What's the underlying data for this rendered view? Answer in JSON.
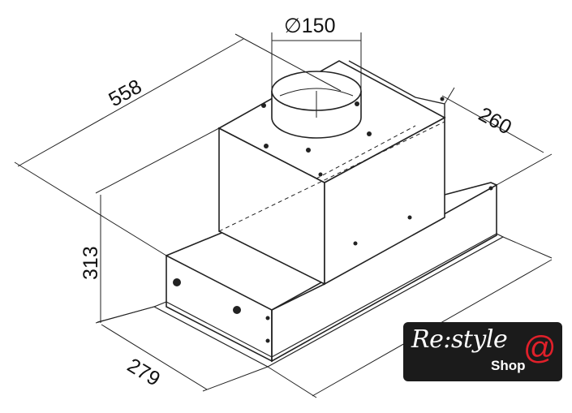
{
  "dimensions": {
    "duct_diameter": "∅150",
    "width": "558",
    "depth_top": "260",
    "height": "313",
    "depth_bottom": "279"
  },
  "logo": {
    "main": "Re:style",
    "sub": "Shop",
    "at": "@"
  }
}
